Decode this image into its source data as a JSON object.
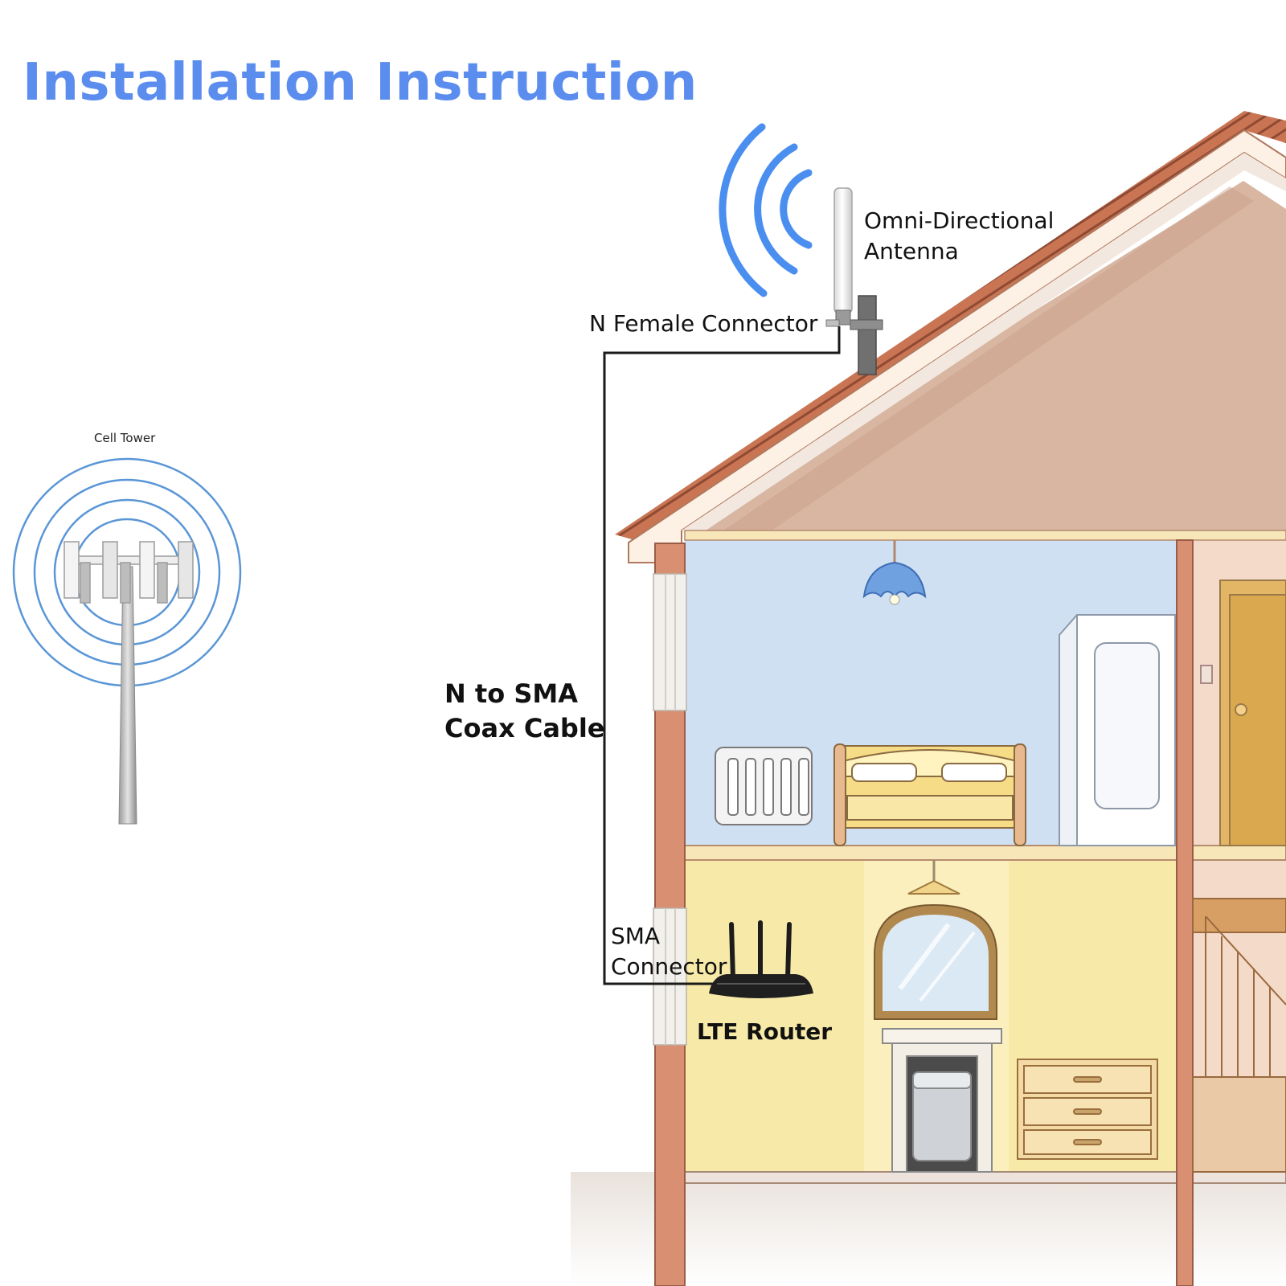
{
  "title": "Installation Instruction",
  "labels": {
    "cell_tower": "Cell Tower",
    "antenna_line1": "Omni-Directional",
    "antenna_line2": "Antenna",
    "n_female": "N Female Connector",
    "coax_line1": "N to SMA",
    "coax_line2": "Coax Cable",
    "sma_line1": "SMA",
    "sma_line2": "Connector",
    "router": "LTE Router"
  },
  "colors": {
    "title": "#5b8def",
    "signal": "#4a8ef0",
    "tower_rings": "#5a96d6",
    "roof_tiles": "#c06a4a",
    "attic": "#d8b6a2",
    "upper_room": "#cfe0f2",
    "lower_room": "#f7e9a8",
    "walls": "#d98f72",
    "cable": "#1a1a1a"
  }
}
